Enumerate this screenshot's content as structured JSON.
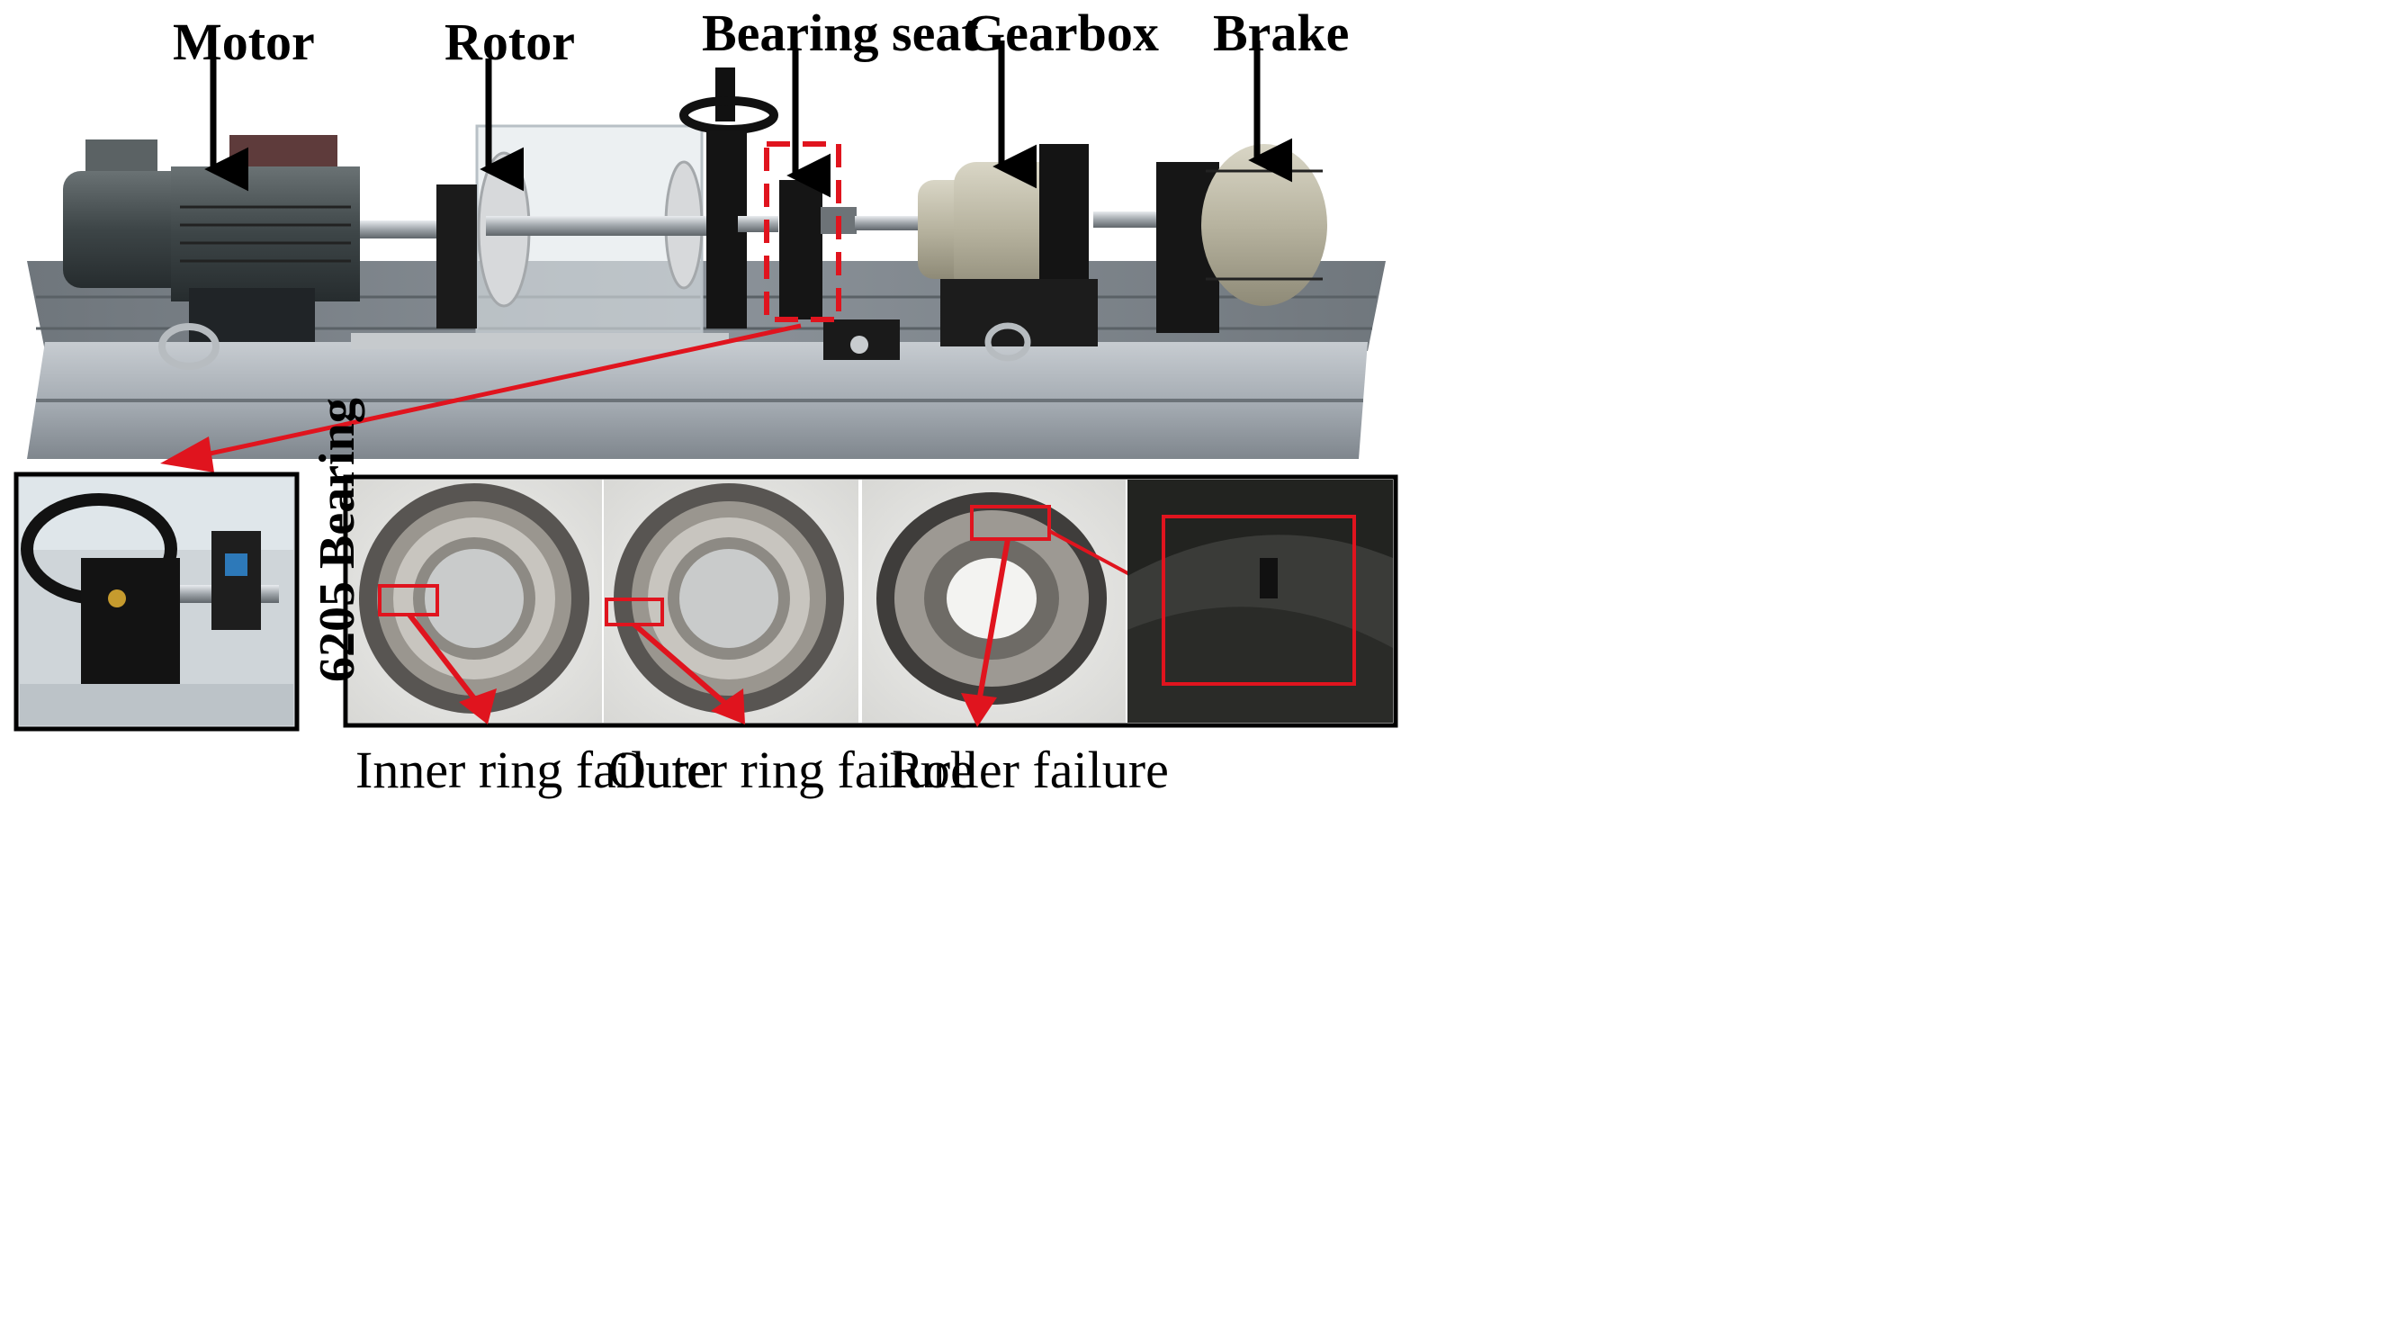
{
  "components": {
    "motor": "Motor",
    "rotor": "Rotor",
    "bearing_seat": "Bearing seat",
    "gearbox": "Gearbox",
    "brake": "Brake"
  },
  "bearing_label": "6205 Bearing",
  "failures": {
    "inner": "Inner ring failure",
    "outer": "Outer ring failure",
    "roller": "Roller failure"
  },
  "colors": {
    "arrow": "#000000",
    "highlight": "#e0141e",
    "platform": "#9aa3ab",
    "machine_dark": "#1a1a1a",
    "gearbox": "#b9b5a2",
    "motor": "#3e4648"
  }
}
